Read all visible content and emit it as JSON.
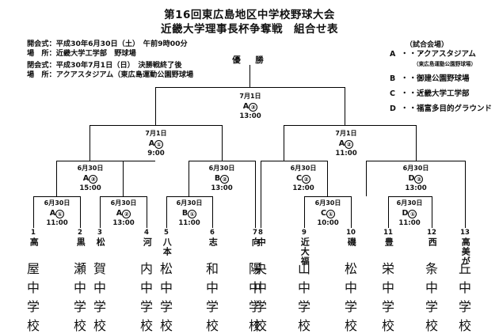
{
  "header": {
    "title_line1": "第16回東広島地区中学校野球大会",
    "title_line2": "近畿大学理事長杯争奪戦　組合せ表"
  },
  "info": {
    "lines": [
      "開会式：平成30年6月30日（土）　午前9時00分",
      "場　所：近畿大学工学部　野球場",
      "閉会式：平成30年7月1日（日）　決勝戦終了後",
      "場　所：アクアスタジアム（東広島運動公園野球場"
    ]
  },
  "venues": {
    "title": "（試合会場）",
    "dots": "・・・",
    "items": [
      {
        "key": "A",
        "name": "アクアスタジアム",
        "sub": "（東広島運動公園野球場）"
      },
      {
        "key": "B",
        "name": "御建公園野球場",
        "sub": ""
      },
      {
        "key": "C",
        "name": "近畿大学工学部",
        "sub": ""
      },
      {
        "key": "D",
        "name": "福富多目的グラウンド",
        "sub": ""
      }
    ]
  },
  "champion_label": "優　勝",
  "matches": {
    "final": {
      "date": "7月1日",
      "venue": "A",
      "no": "③",
      "time": "13:00"
    },
    "semi_left": {
      "date": "7月1日",
      "venue": "A",
      "no": "①",
      "time": "9:00"
    },
    "semi_right": {
      "date": "7月1日",
      "venue": "A",
      "no": "②",
      "time": "11:00"
    },
    "qf1": {
      "date": "6月30日",
      "venue": "A",
      "no": "③",
      "time": "15:00"
    },
    "qf2": {
      "date": "6月30日",
      "venue": "B",
      "no": "②",
      "time": "13:00"
    },
    "qf3": {
      "date": "6月30日",
      "venue": "C",
      "no": "②",
      "time": "12:00"
    },
    "qf4": {
      "date": "6月30日",
      "venue": "D",
      "no": "②",
      "time": "13:00"
    },
    "r1_1": {
      "date": "6月30日",
      "venue": "A",
      "no": "①",
      "time": "11:00"
    },
    "r1_2": {
      "date": "6月30日",
      "venue": "A",
      "no": "②",
      "time": "13:00"
    },
    "r1_3": {
      "date": "6月30日",
      "venue": "B",
      "no": "①",
      "time": "11:00"
    },
    "r1_4": {
      "date": "6月30日",
      "venue": "C",
      "no": "①",
      "time": "10:00"
    },
    "r1_5": {
      "date": "6月30日",
      "venue": "D",
      "no": "①",
      "time": "11:00"
    }
  },
  "teams": [
    {
      "num": "1",
      "head": "高",
      "tail": "屋中学校"
    },
    {
      "num": "2",
      "head": "黒",
      "tail": "瀬中学校"
    },
    {
      "num": "3",
      "head": "松",
      "tail": "賀中学校"
    },
    {
      "num": "4",
      "head": "河",
      "tail": "内中学校"
    },
    {
      "num": "5",
      "head": "八本",
      "tail": "松中学校"
    },
    {
      "num": "6",
      "head": "志",
      "tail": "和中学校"
    },
    {
      "num": "7",
      "head": "向",
      "tail": "陽中学校"
    },
    {
      "num": "8",
      "head": "中",
      "tail": "央中学校"
    },
    {
      "num": "9",
      "head": "近大福",
      "tail": "山中学校"
    },
    {
      "num": "10",
      "head": "磯",
      "tail": "松中学校"
    },
    {
      "num": "11",
      "head": "豊",
      "tail": "栄中学校"
    },
    {
      "num": "12",
      "head": "西",
      "tail": "条中学校"
    },
    {
      "num": "13",
      "head": "高美が",
      "tail": "丘中学校"
    }
  ]
}
